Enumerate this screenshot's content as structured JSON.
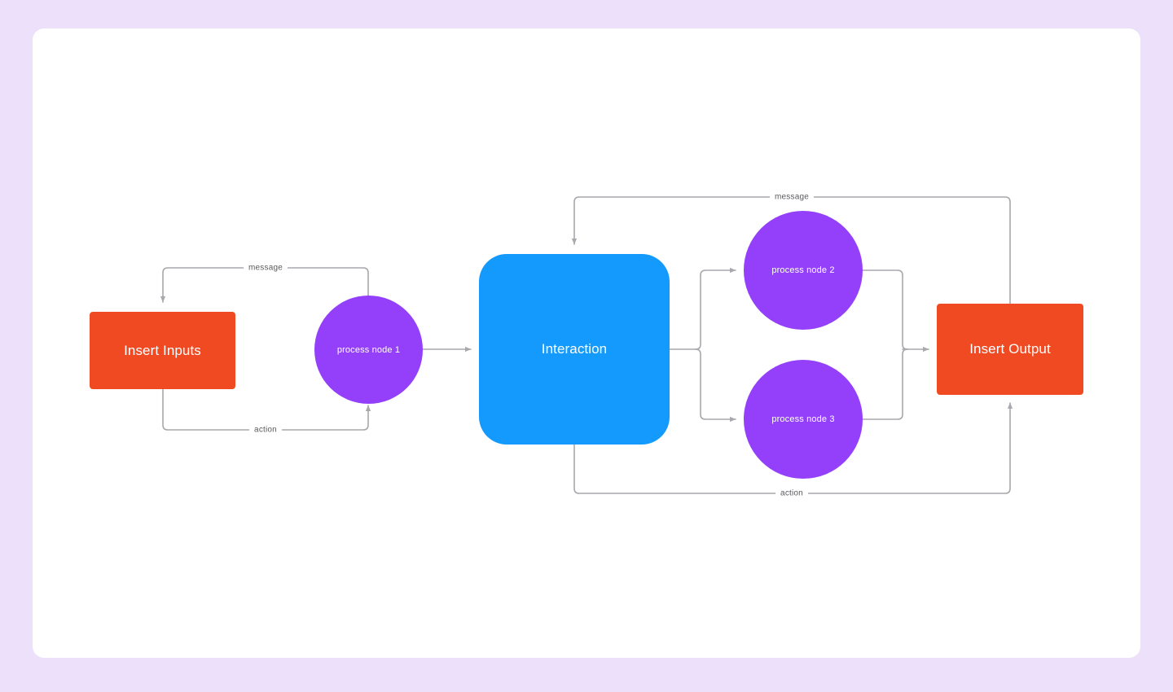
{
  "canvas": {
    "background_color": "#ede0fb",
    "card_color": "#ffffff"
  },
  "palette": {
    "orange": "#f04a23",
    "purple": "#9440fb",
    "blue": "#149afc",
    "edge": "#a8a8ad",
    "edge_label_text": "#5a5a5f"
  },
  "nodes": [
    {
      "id": "insert-inputs",
      "label": "Insert Inputs",
      "shape": "rectangle",
      "color": "#f04a23"
    },
    {
      "id": "process-node-1",
      "label": "process node 1",
      "shape": "circle",
      "color": "#9440fb"
    },
    {
      "id": "interaction",
      "label": "Interaction",
      "shape": "rounded-square",
      "color": "#149afc"
    },
    {
      "id": "process-node-2",
      "label": "process node 2",
      "shape": "circle",
      "color": "#9440fb"
    },
    {
      "id": "process-node-3",
      "label": "process node 3",
      "shape": "circle",
      "color": "#9440fb"
    },
    {
      "id": "insert-output",
      "label": "Insert Output",
      "shape": "rectangle",
      "color": "#f04a23"
    }
  ],
  "edge_labels": {
    "left_message": "message",
    "left_action": "action",
    "right_message": "message",
    "right_action": "action"
  },
  "edges": [
    {
      "from": "process-node-1",
      "to": "insert-inputs",
      "label": "message"
    },
    {
      "from": "insert-inputs",
      "to": "process-node-1",
      "label": "action"
    },
    {
      "from": "process-node-1",
      "to": "interaction",
      "label": ""
    },
    {
      "from": "insert-output",
      "to": "interaction",
      "label": "message"
    },
    {
      "from": "interaction",
      "to": "insert-output",
      "label": "action"
    },
    {
      "from": "interaction",
      "to": "process-node-2",
      "label": ""
    },
    {
      "from": "interaction",
      "to": "process-node-3",
      "label": ""
    },
    {
      "from": "process-node-2",
      "to": "insert-output",
      "label": ""
    },
    {
      "from": "process-node-3",
      "to": "insert-output",
      "label": ""
    }
  ]
}
